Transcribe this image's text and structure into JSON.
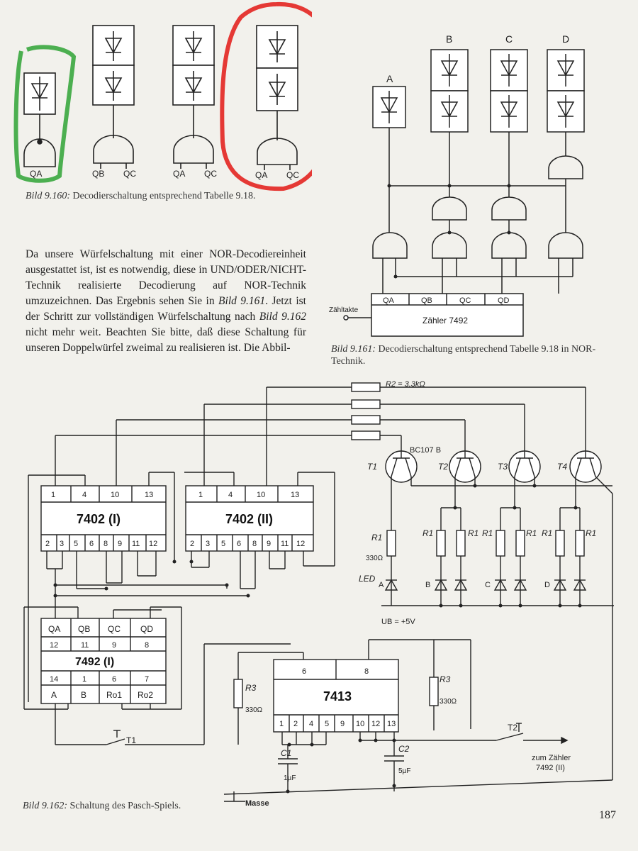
{
  "fig160": {
    "caption_label": "Bild 9.160:",
    "caption_text": "Decodierschaltung entsprechend Tabelle 9.18.",
    "gate_labels": [
      [
        "QA"
      ],
      [
        "QB",
        "QC"
      ],
      [
        "QA",
        "QC"
      ],
      [
        "QA",
        "QC"
      ]
    ]
  },
  "fig161": {
    "caption_label": "Bild 9.161:",
    "caption_text": "Decodierschaltung entsprechend Tabelle 9.18 in NOR-Technik.",
    "led_labels": [
      "A",
      "B",
      "C",
      "D"
    ],
    "counter_outputs": [
      "QA",
      "QB",
      "QC",
      "QD"
    ],
    "counter_name": "Zähler 7492",
    "input_label": "Zähltakte"
  },
  "body": {
    "p1": "Da unsere Würfelschaltung mit einer NOR-Decodiereinheit ausgestattet ist, ist es notwendig, diese in UND/ODER/NICHT-Technik realisierte Decodierung auf NOR-Technik umzuzeichnen. Das Ergebnis sehen Sie in ",
    "ref1": "Bild 9.161",
    "p2": ". Jetzt ist der Schritt zur vollständigen Würfelschaltung nach ",
    "ref2": "Bild 9.162",
    "p3": " nicht mehr weit. Beachten Sie bitte, daß diese Schaltung für unseren Doppelwürfel zweimal zu realisieren ist. Die Abbil-"
  },
  "fig162": {
    "caption_label": "Bild 9.162:",
    "caption_text": "Schaltung des Pasch-Spiels.",
    "chip1": {
      "name": "7402 (I)",
      "top_pins": [
        "1",
        "4",
        "10",
        "13"
      ],
      "bottom_pins": [
        "2",
        "3",
        "5",
        "6",
        "8",
        "9",
        "11",
        "12"
      ]
    },
    "chip2": {
      "name": "7402 (II)",
      "top_pins": [
        "1",
        "4",
        "10",
        "13"
      ],
      "bottom_pins": [
        "2",
        "3",
        "5",
        "6",
        "8",
        "9",
        "11",
        "12"
      ]
    },
    "counter": {
      "name": "7492 (I)",
      "outputs": [
        "QA",
        "QB",
        "QC",
        "QD"
      ],
      "out_pins": [
        "12",
        "11",
        "9",
        "8"
      ],
      "in_pins": [
        "14",
        "1",
        "6",
        "7"
      ],
      "inputs": [
        "A",
        "B",
        "Ro1",
        "Ro2"
      ]
    },
    "chip7413": {
      "name": "7413",
      "top_pins": [
        "6",
        "8"
      ],
      "bottom_pins": [
        "1",
        "2",
        "4",
        "5",
        "9",
        "10",
        "12",
        "13"
      ]
    },
    "r2_label": "R2 = 3,3kΩ",
    "transistor_type": "BC107 B",
    "transistors": [
      "T1",
      "T2",
      "T3",
      "T4"
    ],
    "r1_label": "R1",
    "r1_value": "330Ω",
    "led_label": "LED",
    "led_letters": [
      "A",
      "B",
      "C",
      "D"
    ],
    "ub_label": "UB = +5V",
    "r3_label": "R3",
    "r3_value": "330Ω",
    "c1_label": "C1",
    "c1_value": "1µF",
    "c2_label": "C2",
    "c2_value": "5µF",
    "t1_label": "T1",
    "t2_label": "T2",
    "zum_label": "zum Zähler",
    "zum_target": "7492 (II)",
    "masse_label": "Masse"
  },
  "page_number": "187",
  "colors": {
    "green_mark": "#4caf50",
    "red_mark": "#e53935",
    "ink": "#222222",
    "paper": "#f2f1ec"
  }
}
